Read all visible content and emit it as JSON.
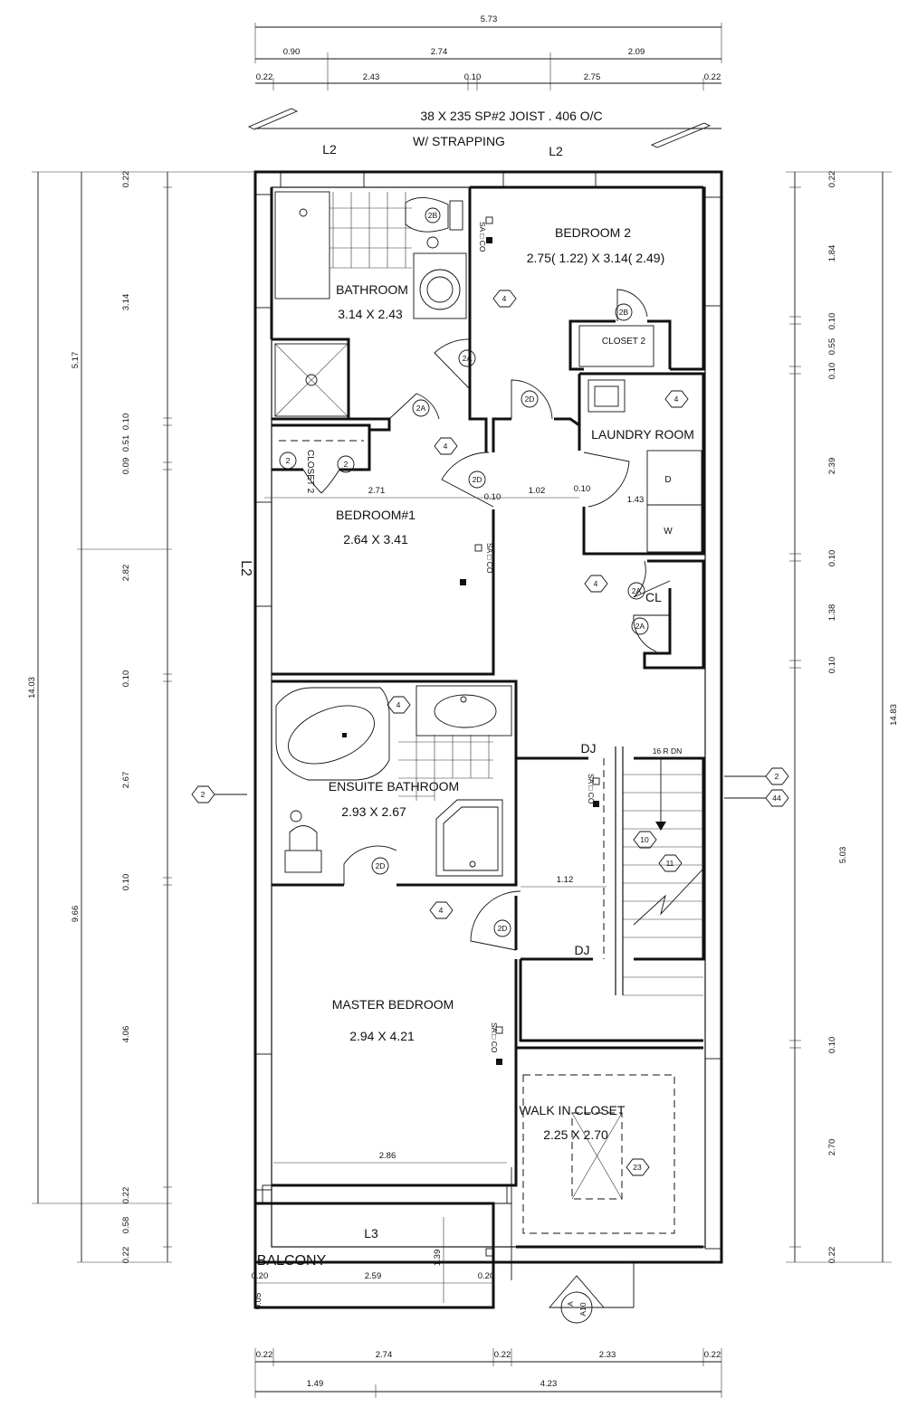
{
  "top_dims": {
    "overall": "5.73",
    "row1": [
      "0.90",
      "2.74",
      "2.09"
    ],
    "row2": [
      "0.22",
      "2.43",
      "0.10",
      "2.75",
      "0.22"
    ]
  },
  "joist_note": {
    "line1": "38 X 235 SP#2 JOIST . 406 O/C",
    "line2": "W/ STRAPPING",
    "l2_left": "L2",
    "l2_right": "L2"
  },
  "left_dims": {
    "overall": "14.03",
    "upper": "5.17",
    "lower": "9.66",
    "segments": [
      "0.22",
      "3.14",
      "0.10",
      "0.51",
      "0.09",
      "2.82",
      "0.10",
      "2.67",
      "0.10",
      "4.06",
      "0.22",
      "0.58",
      "0.22"
    ]
  },
  "right_dims": {
    "overall": "14.83",
    "mid": "5.03",
    "segments": [
      "0.22",
      "1.84",
      "0.10",
      "0.55",
      "0.10",
      "2.39",
      "0.10",
      "1.38",
      "0.10",
      "0.10",
      "2.70",
      "0.22"
    ]
  },
  "bottom_dims": {
    "row1": [
      "0.22",
      "2.74",
      "0.22",
      "2.33",
      "0.22"
    ],
    "row2": [
      "1.49",
      "4.23"
    ]
  },
  "rooms": {
    "bathroom": {
      "name": "BATHROOM",
      "size": "3.14 X 2.43"
    },
    "bedroom2": {
      "name": "BEDROOM 2",
      "size": "2.75( 1.22) X 3.14( 2.49)"
    },
    "closet2_right": "CLOSET 2",
    "closet2_left": "CLOSET 2",
    "laundry": "LAUNDRY ROOM",
    "dryer": "D",
    "washer": "W",
    "bedroom1": {
      "name": "BEDROOM#1",
      "size": "2.64 X 3.41"
    },
    "cl": "CL",
    "ensuite": {
      "name": "ENSUITE BATHROOM",
      "size": "2.93 X 2.67"
    },
    "master": {
      "name": "MASTER BEDROOM",
      "size": "2.94 X 4.21"
    },
    "walkin": {
      "name": "WALK IN CLOSET",
      "size": "2.25 X 2.70"
    },
    "balcony": "BALCONY",
    "l3": "L3",
    "l2_side": "L2"
  },
  "inner_dims": {
    "d271": "2.71",
    "d010a": "0.10",
    "d102": "1.02",
    "d010b": "0.10",
    "d143": "1.43",
    "d112": "1.12",
    "d286": "2.86",
    "d139": "1.39",
    "bal_left": "0.20",
    "bal_mid": "2.59",
    "bal_right": "0.20",
    "bal_small": "0.05"
  },
  "stair": {
    "note": "16 R DN",
    "dj1": "DJ",
    "dj2": "DJ"
  },
  "tags": {
    "t2B_a": "2B",
    "t2B_b": "2B",
    "t2A_a": "2A",
    "t2A_b": "2A",
    "t2A_c": "2A",
    "t2A_d": "2A",
    "t2D_a": "2D",
    "t2D_b": "2D",
    "t2D_c": "2D",
    "t2D_d": "2D",
    "t2_a": "2",
    "t2_b": "2",
    "hex4": "4",
    "hex10": "10",
    "hex11": "11",
    "hex23": "23",
    "hex44": "44",
    "hex2": "2",
    "sa_co": "SA □ CO"
  },
  "section_mark": {
    "letter": "A",
    "sheet": "A10"
  }
}
